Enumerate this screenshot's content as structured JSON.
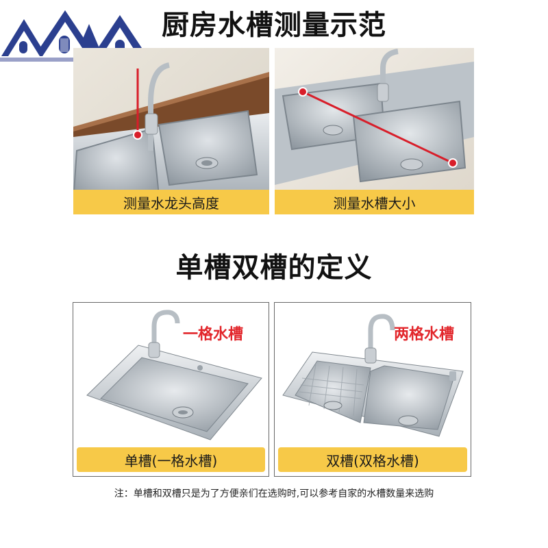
{
  "heading_top": "厨房水槽测量示范",
  "panels_top": [
    {
      "caption": "测量水龙头高度"
    },
    {
      "caption": "测量水槽大小"
    }
  ],
  "heading_mid": "单槽双槽的定义",
  "panels_bottom": [
    {
      "tag": "一格水槽",
      "caption": "单槽(一格水槽)"
    },
    {
      "tag": "两格水槽",
      "caption": "双槽(双格水槽)"
    }
  ],
  "note": "注：单槽和双槽只是为了方便亲们在选购时,可以参考自家的水槽数量来选购",
  "colors": {
    "accent_yellow": "#f7c948",
    "measure_red": "#d81e2a",
    "logo_blue": "#2b3f8f"
  }
}
